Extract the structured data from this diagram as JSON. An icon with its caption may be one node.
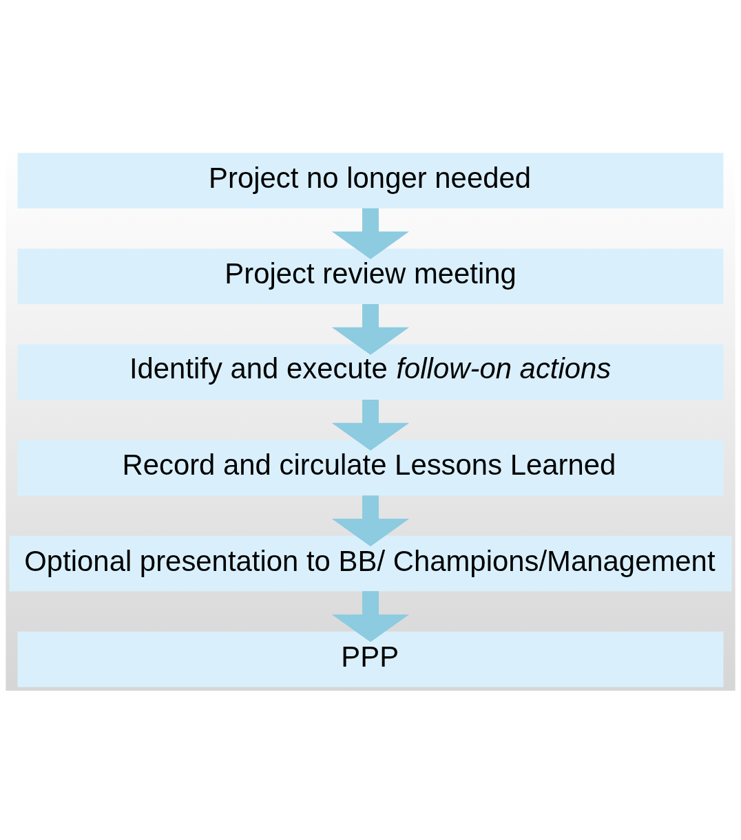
{
  "diagram": {
    "nodes": [
      {
        "text": [
          "Project no longer needed"
        ]
      },
      {
        "text": [
          "Project review meeting"
        ]
      },
      {
        "text": [
          "Identify and execute *follow-on actions*"
        ]
      },
      {
        "text": [
          "Record and circulate Lessons Learned"
        ]
      },
      {
        "text": [
          "Optional presentation to BB/ Champions/Management"
        ]
      },
      {
        "text": [
          "PPP"
        ]
      }
    ],
    "edges": [
      {
        "from": 0,
        "to": 1,
        "arrow": "to"
      },
      {
        "from": 1,
        "to": 2,
        "arrow": "to"
      },
      {
        "from": 2,
        "to": 3,
        "arrow": "to"
      },
      {
        "from": 3,
        "to": 4,
        "arrow": "to"
      },
      {
        "from": 4,
        "to": 5,
        "arrow": "to"
      }
    ]
  }
}
